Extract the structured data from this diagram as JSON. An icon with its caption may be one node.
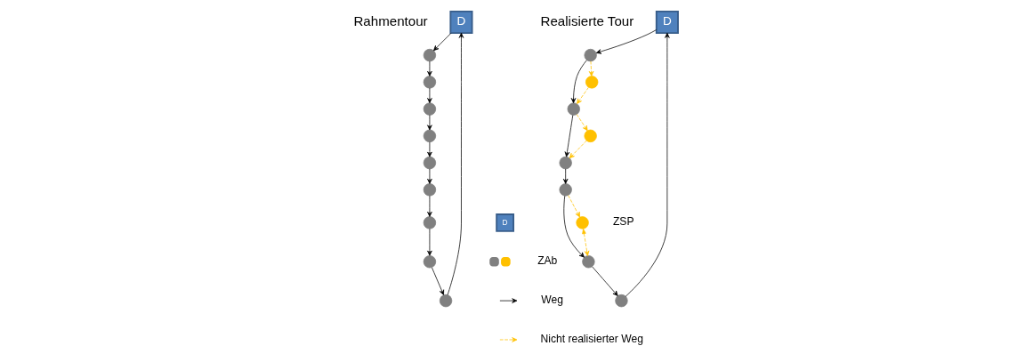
{
  "diagram": {
    "nodes": [
      {
        "text": [
          "D"
        ]
      },
      {
        "text": [],
        "shape": "circle"
      },
      {
        "text": [],
        "shape": "circle"
      },
      {
        "text": [],
        "shape": "circle"
      },
      {
        "text": [],
        "shape": "circle"
      },
      {
        "text": [],
        "shape": "circle"
      },
      {
        "text": [],
        "shape": "circle"
      },
      {
        "text": [],
        "shape": "circle"
      },
      {
        "text": [],
        "shape": "circle"
      },
      {
        "text": [],
        "shape": "circle"
      },
      {
        "text": [
          "D"
        ]
      },
      {
        "text": [],
        "shape": "circle"
      },
      {
        "text": [],
        "shape": "circle"
      },
      {
        "text": [],
        "shape": "circle"
      },
      {
        "text": [],
        "shape": "circle"
      },
      {
        "text": [],
        "shape": "circle"
      },
      {
        "text": [],
        "shape": "circle"
      },
      {
        "text": [],
        "shape": "circle"
      },
      {
        "text": [],
        "shape": "circle"
      },
      {
        "text": [],
        "shape": "circle"
      }
    ],
    "edges": [
      {
        "from": 0,
        "to": 1,
        "arrow": "to"
      },
      {
        "from": 1,
        "to": 2,
        "arrow": "to"
      },
      {
        "from": 2,
        "to": 3,
        "arrow": "to"
      },
      {
        "from": 3,
        "to": 4,
        "arrow": "to"
      },
      {
        "from": 4,
        "to": 5,
        "arrow": "to"
      },
      {
        "from": 5,
        "to": 6,
        "arrow": "to"
      },
      {
        "from": 6,
        "to": 7,
        "arrow": "to"
      },
      {
        "from": 7,
        "to": 8,
        "arrow": "to"
      },
      {
        "from": 8,
        "to": 9,
        "arrow": "to"
      },
      {
        "from": 9,
        "to": 0,
        "arrow": "to"
      },
      {
        "from": 10,
        "to": 11,
        "arrow": "to"
      },
      {
        "from": 11,
        "to": 12,
        "arrow": "to",
        "style": "dashed",
        "color": "#ffc000"
      },
      {
        "from": 12,
        "to": 13,
        "arrow": "to",
        "style": "dashed",
        "color": "#ffc000"
      },
      {
        "from": 11,
        "to": 13,
        "arrow": "to"
      },
      {
        "from": 13,
        "to": 14,
        "arrow": "to",
        "style": "dashed",
        "color": "#ffc000"
      },
      {
        "from": 14,
        "to": 15,
        "arrow": "to",
        "style": "dashed",
        "color": "#ffc000"
      },
      {
        "from": 13,
        "to": 15,
        "arrow": "to"
      },
      {
        "from": 15,
        "to": 16,
        "arrow": "to"
      },
      {
        "from": 16,
        "to": 17,
        "arrow": "to"
      },
      {
        "from": 16,
        "to": 19,
        "arrow": "to",
        "style": "dashed",
        "color": "#ffc000"
      },
      {
        "from": 19,
        "to": 17,
        "arrow": "both",
        "style": "dashed",
        "color": "#ffc000"
      },
      {
        "from": 17,
        "to": 18,
        "arrow": "to"
      },
      {
        "from": 18,
        "to": 10,
        "arrow": "to"
      }
    ],
    "labels": [
      "Rahmentour",
      "Realisierte Tour",
      "D"
    ],
    "legend": [
      {
        "text": "ZSP"
      },
      {
        "text": "ZAb"
      },
      {
        "text": "Weg"
      },
      {
        "text": "Nicht realisierter Weg"
      }
    ]
  }
}
